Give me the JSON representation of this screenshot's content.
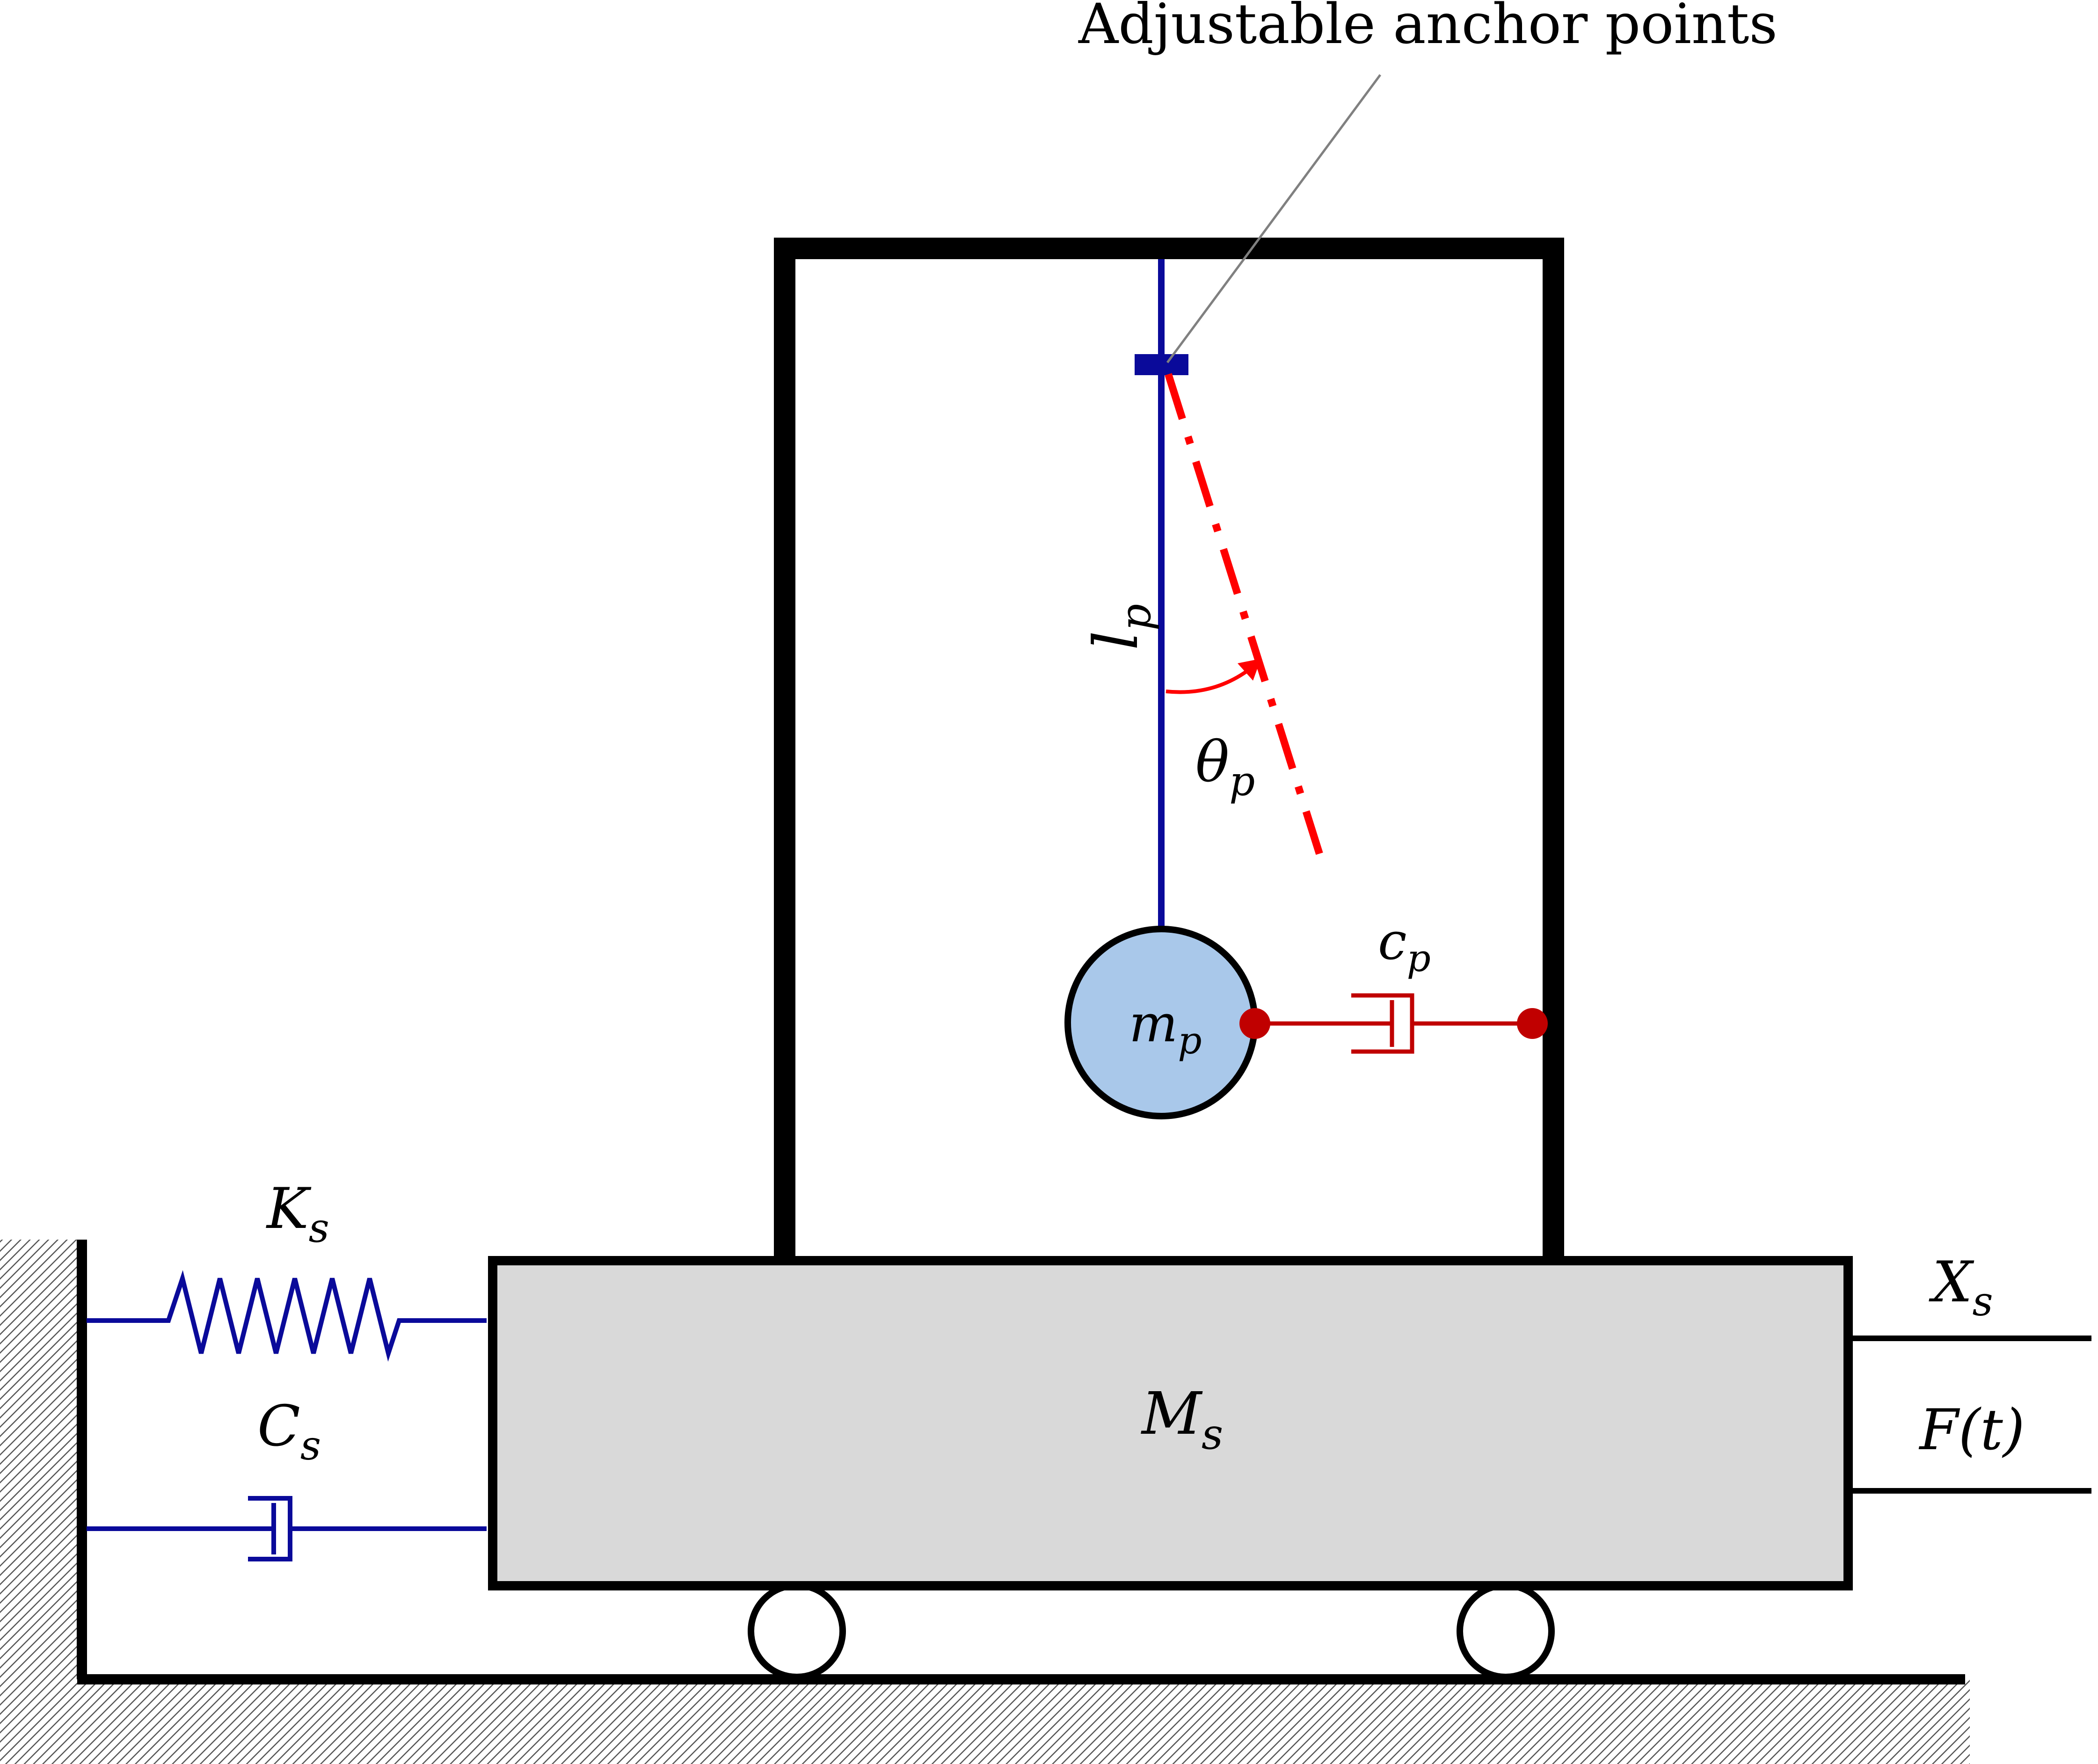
{
  "annotation": {
    "anchor_label": "Adjustable anchor points"
  },
  "labels": {
    "pendulum_length": {
      "base": "l",
      "sub": "p"
    },
    "pendulum_angle": {
      "base": "θ",
      "sub": "p"
    },
    "pendulum_mass": {
      "base": "m",
      "sub": "p"
    },
    "pendulum_damper": {
      "base": "c",
      "sub": "p"
    },
    "spring": {
      "base": "K",
      "sub": "s"
    },
    "damper": {
      "base": "C",
      "sub": "s"
    },
    "main_mass": {
      "base": "M",
      "sub": "s"
    },
    "displacement": {
      "base": "X",
      "sub": "s"
    },
    "force": {
      "text": "F(t)"
    }
  },
  "colors": {
    "structure": "#000000",
    "pendulum": "#0a0a9a",
    "pendulum_damper": "#c00000",
    "swing_line": "#ff0000",
    "bob_fill": "#a9c8ea",
    "mass_fill": "#d9d9d9",
    "hatch": "#555555",
    "leader_line": "#808080"
  }
}
